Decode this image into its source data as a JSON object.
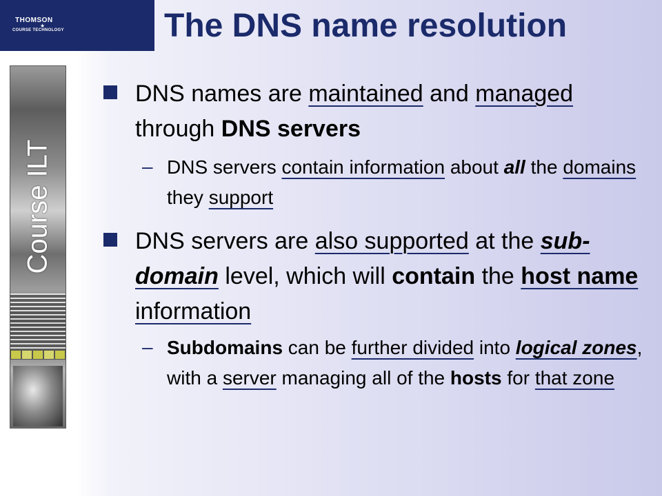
{
  "logo": {
    "line1": "THOMSON",
    "star": "★",
    "line2": "COURSE TECHNOLOGY"
  },
  "sidebar": {
    "label": "Course ILT"
  },
  "slide": {
    "title": "The DNS name resolution",
    "b1": {
      "t1": "DNS names are ",
      "u1": "maintained",
      "t2": " and ",
      "u2": "managed",
      "t3": " through ",
      "b1": "DNS servers"
    },
    "s1": {
      "dash": "–",
      "t1": "DNS servers ",
      "u1": "contain information",
      "t2": " about ",
      "i1": "all",
      "t3": " the ",
      "u2": "domains",
      "t4": " they ",
      "u3": "support"
    },
    "b2": {
      "t1": "DNS servers are ",
      "u1": "also supported",
      "t2": " at the ",
      "ubi1": "sub-domain",
      "t3": " level, which will ",
      "b1": "contain",
      "t4": " the ",
      "ub1": "host name",
      "u2": " information"
    },
    "s2": {
      "dash": "–",
      "b1": "Subdomains",
      "t1": " can be ",
      "u1": "further divided",
      "t2": " into ",
      "ubi1": "logical zones",
      "t3": ", with a ",
      "u2": "server",
      "t4": " managing all of the ",
      "b2": "hosts",
      "t5": " for ",
      "u3": "that zone"
    }
  }
}
